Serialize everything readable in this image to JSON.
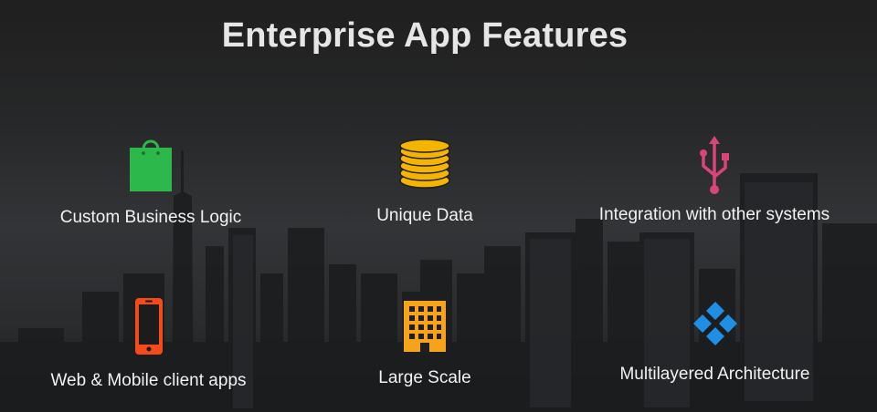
{
  "slide": {
    "title": "Enterprise App Features"
  },
  "features": [
    {
      "label": "Custom Business Logic",
      "icon": "shopping-bag-icon",
      "color": "#2db84c"
    },
    {
      "label": "Unique Data",
      "icon": "database-coins-icon",
      "color": "#f5b400"
    },
    {
      "label": "Integration with other systems",
      "icon": "usb-icon",
      "color": "#d9457b"
    },
    {
      "label": "Web & Mobile client apps",
      "icon": "mobile-phone-icon",
      "color": "#f44a1c"
    },
    {
      "label": "Large Scale",
      "icon": "building-icon",
      "color": "#f7a21b"
    },
    {
      "label": "Multilayered Architecture",
      "icon": "diamond-grid-icon",
      "color": "#1f8fe6"
    }
  ]
}
